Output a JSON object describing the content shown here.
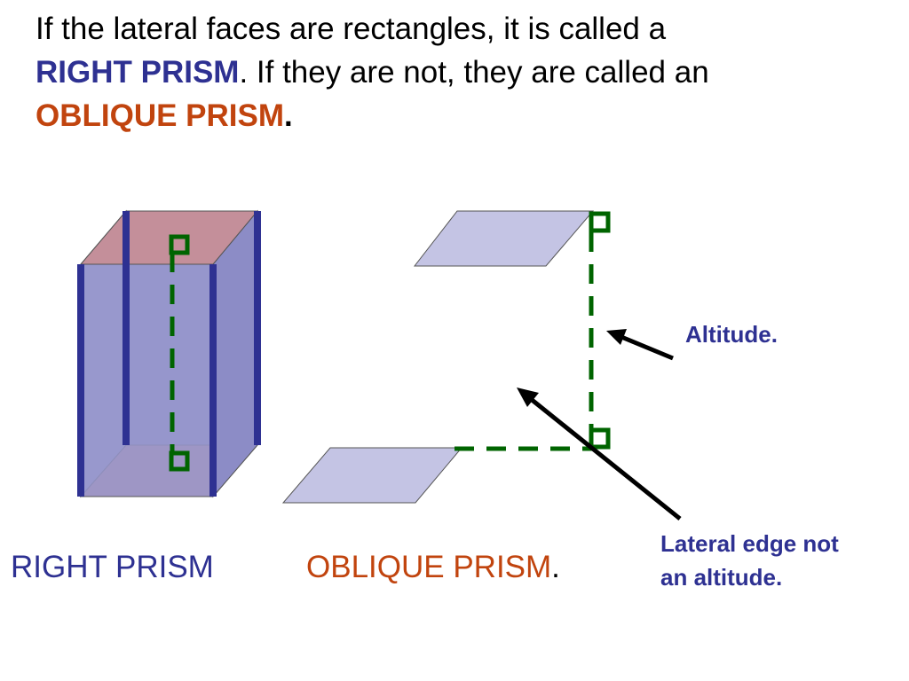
{
  "heading": {
    "part1": "If the lateral faces are rectangles, it is called a",
    "right_term": "RIGHT PRISM",
    "part2": ".  If they are not, they are called an",
    "oblique_term": "OBLIQUE PRISM",
    "end": "."
  },
  "labels": {
    "right_prism": "RIGHT PRISM",
    "oblique_prism": "OBLIQUE PRISM",
    "oblique_dot": ".",
    "altitude": "Altitude.",
    "lateral_line1": "Lateral edge not",
    "lateral_line2": "an altitude."
  },
  "colors": {
    "blue_text": "#2e3192",
    "orange_text": "#c1440e",
    "prism_face": "#8f8fc8",
    "prism_base": "#c48f9a",
    "edge": "#2e3192",
    "altitude_dash": "#006400",
    "parallelogram": "#c4c4e4"
  }
}
